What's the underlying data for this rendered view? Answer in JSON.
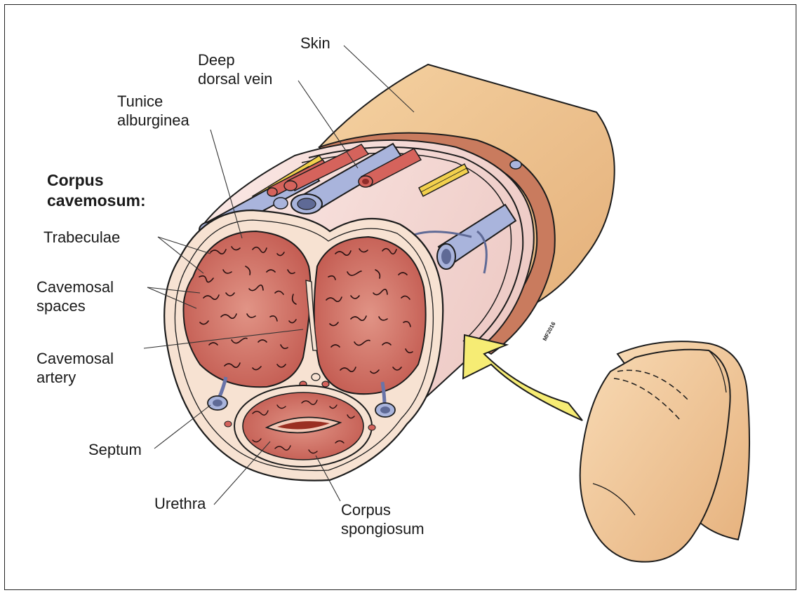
{
  "colors": {
    "skin": "#f1c891",
    "skin_shadow": "#e1ad74",
    "dermis": "#c97b5e",
    "tunica": "#f7e2d2",
    "erectile_tissue": "#cc6b61",
    "vein": "#a9b4dc",
    "artery": "#d5635c",
    "nerve": "#f2d04d",
    "arrow": "#f6ec74"
  },
  "labels": {
    "skin": "Skin",
    "deep_dorsal_vein": [
      "Deep",
      "dorsal vein"
    ],
    "tunica": [
      "Tunice",
      "alburginea"
    ],
    "corpus_header": [
      "Corpus",
      "cavemosum:"
    ],
    "trabeculae": "Trabeculae",
    "cavernosal_spaces": [
      "Cavemosal",
      "spaces"
    ],
    "cavernosal_artery": [
      "Cavemosal",
      "artery"
    ],
    "septum": "Septum",
    "urethra": "Urethra",
    "corpus_spongiosum": [
      "Corpus",
      "spongiosum"
    ]
  },
  "signature": "MF2016"
}
